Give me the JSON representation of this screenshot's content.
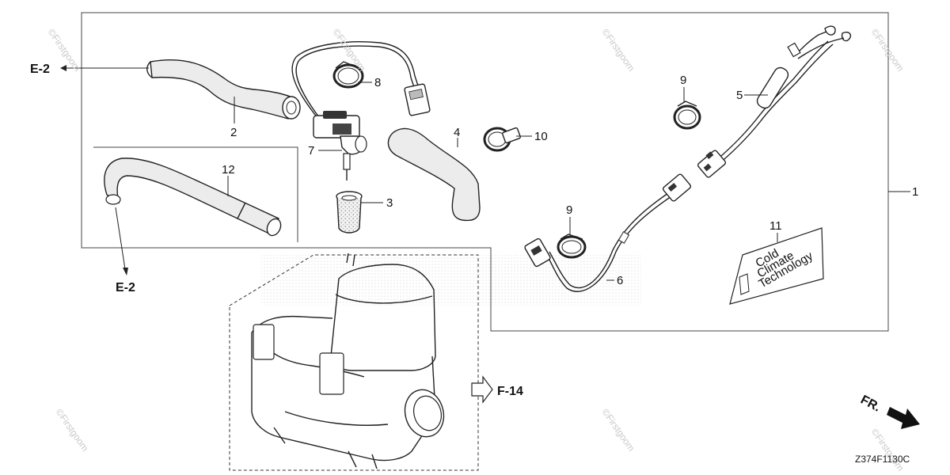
{
  "callouts": {
    "c1": "1",
    "c2": "2",
    "c3": "3",
    "c4": "4",
    "c5": "5",
    "c6": "6",
    "c7": "7",
    "c8": "8",
    "c9a": "9",
    "c9b": "9",
    "c10": "10",
    "c11": "11",
    "c12": "12"
  },
  "refs": {
    "e2_top": "E-2",
    "e2_bottom": "E-2",
    "f14": "F-14",
    "fr": "FR."
  },
  "decal": {
    "line1": "Cold",
    "line2": "Climate",
    "line3": "Technology"
  },
  "watermark": "©Firstgoom",
  "diagram_code": "Z374F1130C"
}
